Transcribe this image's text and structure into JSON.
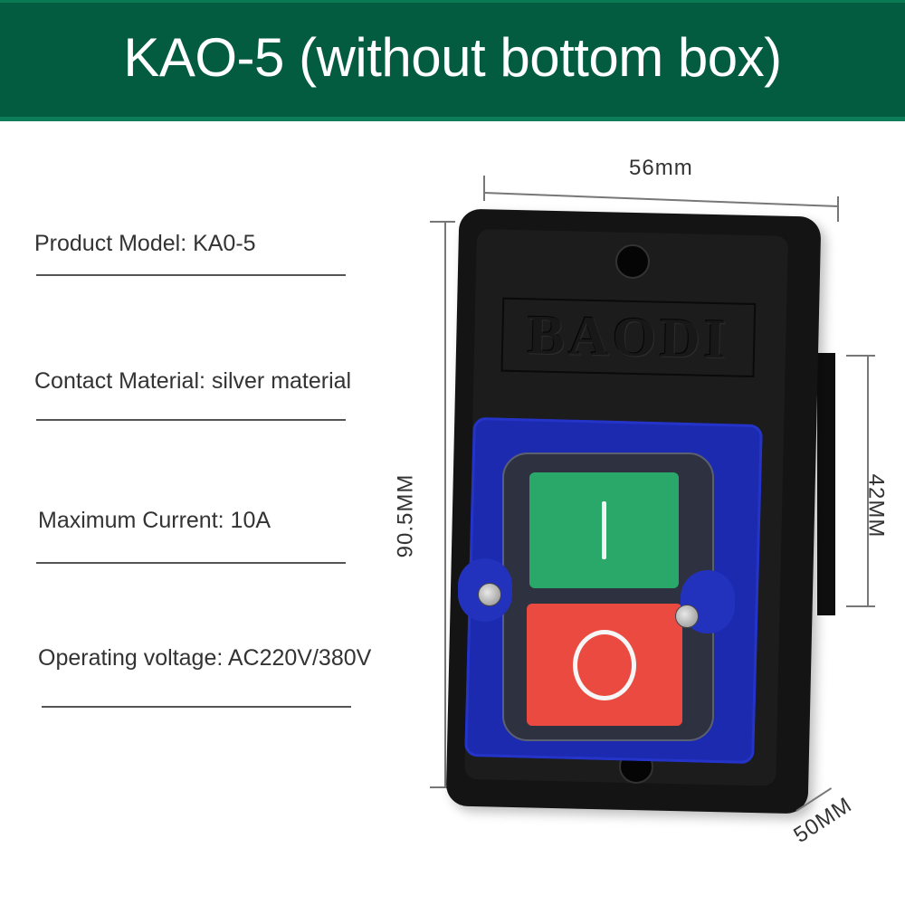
{
  "header": {
    "title": "KAO-5 (without bottom box)",
    "background": "#035c40"
  },
  "specs": [
    {
      "label": "Product Model: KA0-5"
    },
    {
      "label": "Contact Material: silver material"
    },
    {
      "label": "Maximum Current: 10A"
    },
    {
      "label": "Operating voltage: AC220V/380V"
    }
  ],
  "dimensions": {
    "width": "56mm",
    "height": "90.5MM",
    "side": "42MM",
    "depth": "50MM"
  },
  "product": {
    "brand": "BAODI",
    "start_button_symbol": "I",
    "stop_button_symbol": "O",
    "colors": {
      "plate": "#141414",
      "frame": "#1c2ab0",
      "start": "#2aa86a",
      "stop": "#ea4a40"
    }
  }
}
